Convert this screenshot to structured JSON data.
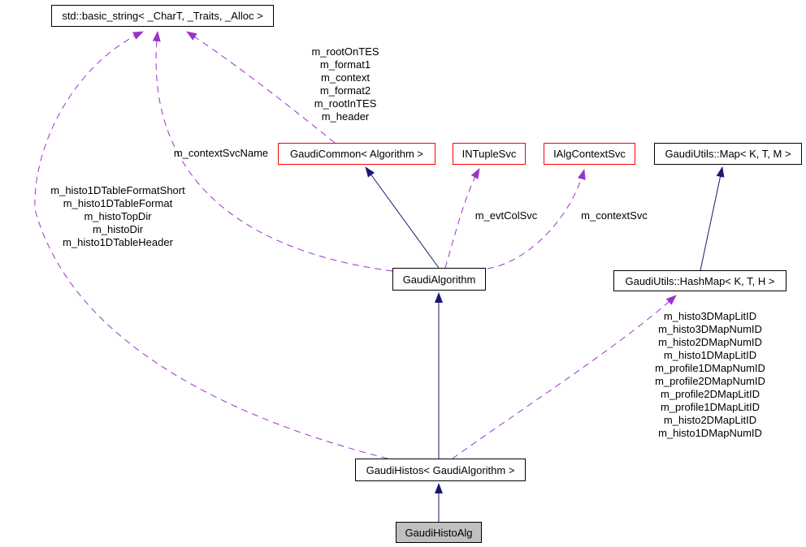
{
  "diagram": {
    "type": "doxygen-collaboration-graph",
    "colors": {
      "inheritance_edge": "#191970",
      "usage_edge": "#9a32cd",
      "truncated_node_border": "#ff0000",
      "node_border": "#000000",
      "node_fill": "#ffffff",
      "current_node_fill": "#c0c0c0",
      "label_text": "#000000"
    },
    "nodes": {
      "basic_string": {
        "label": "std::basic_string< _CharT, _Traits, _Alloc >"
      },
      "gaudi_common": {
        "label": "GaudiCommon< Algorithm >"
      },
      "intuple_svc": {
        "label": "INTupleSvc"
      },
      "ialg_context_svc": {
        "label": "IAlgContextSvc"
      },
      "gaudi_map": {
        "label": "GaudiUtils::Map< K, T, M >"
      },
      "gaudi_algorithm": {
        "label": "GaudiAlgorithm"
      },
      "hash_map": {
        "label": "GaudiUtils::HashMap< K, T, H >"
      },
      "gaudi_histos": {
        "label": "GaudiHistos< GaudiAlgorithm >"
      },
      "gaudi_histo_alg": {
        "label": "GaudiHistoAlg"
      }
    },
    "edge_labels": {
      "common_string_members": {
        "lines": [
          "m_rootOnTES",
          "m_format1",
          "m_context",
          "m_format2",
          "m_rootInTES",
          "m_header"
        ]
      },
      "context_svc_name": {
        "lines": [
          "m_contextSvcName"
        ]
      },
      "histo_table_members": {
        "lines": [
          "m_histo1DTableFormatShort",
          "m_histo1DTableFormat",
          "m_histoTopDir",
          "m_histoDir",
          "m_histo1DTableHeader"
        ]
      },
      "evt_col_svc": {
        "lines": [
          "m_evtColSvc"
        ]
      },
      "context_svc": {
        "lines": [
          "m_contextSvc"
        ]
      },
      "hash_map_members": {
        "lines": [
          "m_histo3DMapLitID",
          "m_histo3DMapNumID",
          "m_histo2DMapNumID",
          "m_histo1DMapLitID",
          "m_profile1DMapNumID",
          "m_profile2DMapNumID",
          "m_profile2DMapLitID",
          "m_profile1DMapLitID",
          "m_histo2DMapLitID",
          "m_histo1DMapNumID"
        ]
      }
    }
  }
}
